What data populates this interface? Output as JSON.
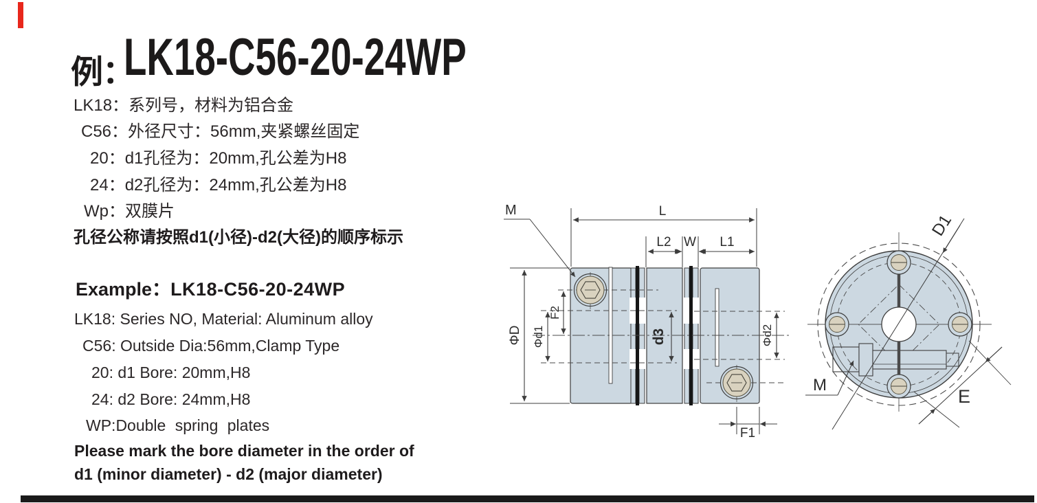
{
  "title": {
    "cn": "例：",
    "model": "LK18-C56-20-24WP"
  },
  "cn_lines": [
    {
      "text": "LK18：系列号，材料为铝合金"
    },
    {
      "text": "C56：外径尺寸：56mm,夹紧螺丝固定"
    },
    {
      "text": "20：d1孔径为：20mm,孔公差为H8"
    },
    {
      "text": "24：d2孔径为：24mm,孔公差为H8"
    },
    {
      "text": "Wp：双膜片"
    }
  ],
  "cn_note": "孔径公称请按照d1(小径)-d2(大径)的顺序标示",
  "example": {
    "label": "Example：",
    "model": "LK18-C56-20-24WP"
  },
  "en_lines": [
    {
      "text": "LK18: Series NO, Material: Aluminum alloy"
    },
    {
      "text": "C56: Outside Dia:56mm,Clamp Type"
    },
    {
      "text": "20: d1 Bore: 20mm,H8"
    },
    {
      "text": "24: d2 Bore: 24mm,H8"
    },
    {
      "text": "WP:Double spring plates"
    }
  ],
  "en_note_line1": "Please mark the bore diameter in the order of",
  "en_note_line2": "d1 (minor diameter) - d2 (major diameter)",
  "side_view": {
    "labels": {
      "M": "M",
      "L": "L",
      "L2": "L2",
      "W": "W",
      "L1": "L1",
      "phiD": "ΦD",
      "phid1": "Φd1",
      "F2": "F2",
      "d3": "d3",
      "phid2": "Φd2",
      "F1": "F1"
    }
  },
  "front_view": {
    "labels": {
      "D1": "D1",
      "M": "M",
      "E": "E"
    }
  },
  "colors": {
    "accent_red": "#e8271c",
    "footer_black": "#1a1a1a",
    "body_fill": "#ccd8e1",
    "screw_tan": "#d9d2bf",
    "line": "#3d3d3d",
    "text": "#2b2728"
  }
}
